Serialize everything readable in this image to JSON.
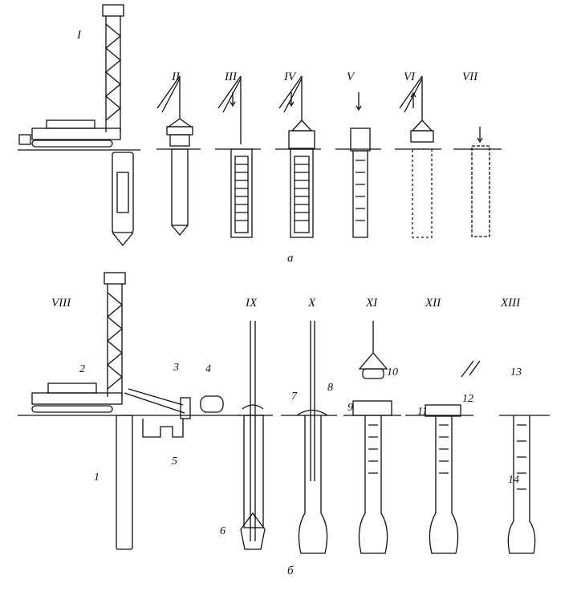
{
  "part_a": {
    "stages": [
      "I",
      "II",
      "III",
      "IV",
      "V",
      "VI",
      "VII"
    ],
    "caption": "а"
  },
  "part_b": {
    "stages": [
      "VIII",
      "IX",
      "X",
      "XI",
      "XII",
      "XIII"
    ],
    "caption": "б",
    "callouts": [
      "1",
      "2",
      "3",
      "4",
      "5",
      "6",
      "7",
      "8",
      "9",
      "10",
      "11",
      "12",
      "13",
      "14"
    ]
  }
}
